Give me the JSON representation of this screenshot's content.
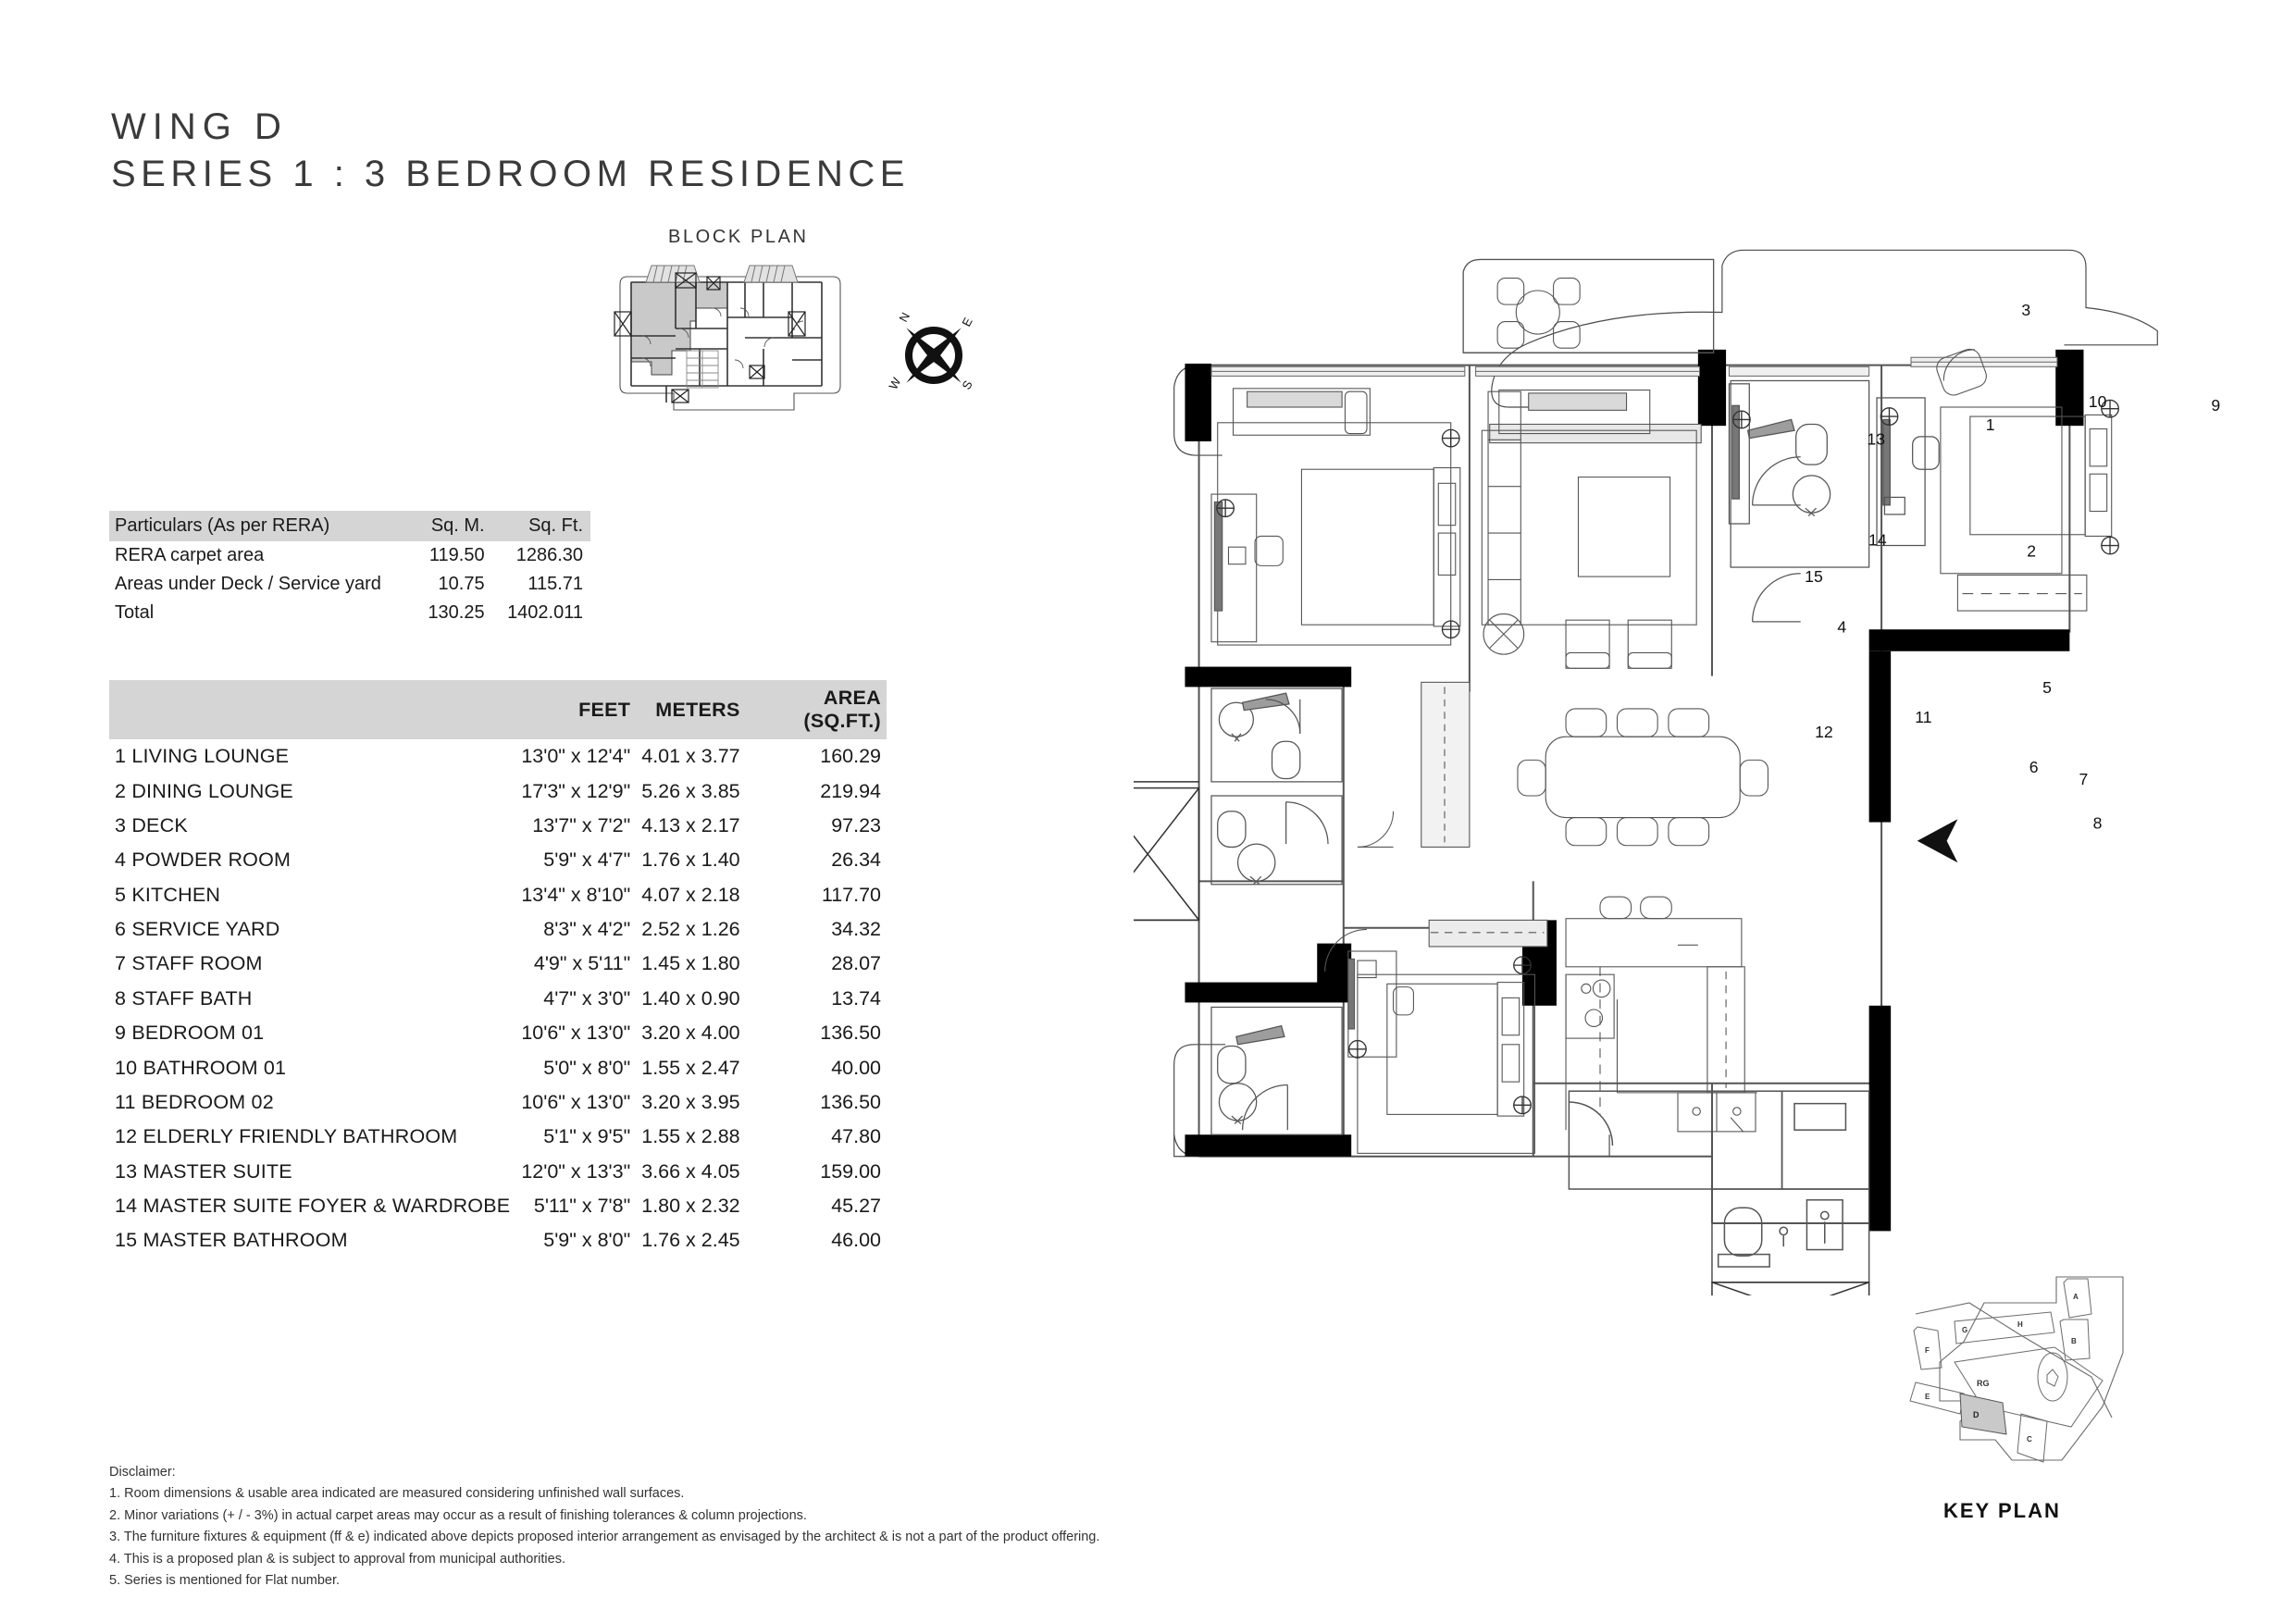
{
  "header": {
    "wing": "WING D",
    "series": "SERIES 1 : 3 BEDROOM RESIDENCE"
  },
  "block_plan": {
    "label": "BLOCK PLAN",
    "compass": {
      "n": "N",
      "e": "E",
      "s": "S",
      "w": "W"
    }
  },
  "rera_table": {
    "columns": [
      "Particulars (As per RERA)",
      "Sq. M.",
      "Sq. Ft."
    ],
    "rows": [
      {
        "particular": "RERA carpet area",
        "sqm": "119.50",
        "sqft": "1286.30"
      },
      {
        "particular": "Areas under Deck / Service yard",
        "sqm": "10.75",
        "sqft": "115.71"
      },
      {
        "particular": "Total",
        "sqm": "130.25",
        "sqft": "1402.011"
      }
    ]
  },
  "room_table": {
    "columns": [
      "",
      "FEET",
      "METERS",
      "AREA (SQ.FT.)"
    ],
    "rows": [
      {
        "name": "1 LIVING LOUNGE",
        "feet": "13'0\" x 12'4\"",
        "meters": "4.01 x 3.77",
        "area": "160.29"
      },
      {
        "name": "2 DINING LOUNGE",
        "feet": "17'3\" x 12'9\"",
        "meters": "5.26 x 3.85",
        "area": "219.94"
      },
      {
        "name": "3 DECK",
        "feet": "13'7\" x 7'2\"",
        "meters": "4.13 x 2.17",
        "area": "97.23"
      },
      {
        "name": "4 POWDER ROOM",
        "feet": "5'9\" x 4'7\"",
        "meters": "1.76 x 1.40",
        "area": "26.34"
      },
      {
        "name": "5 KITCHEN",
        "feet": "13'4\" x 8'10\"",
        "meters": "4.07 x 2.18",
        "area": "117.70"
      },
      {
        "name": "6 SERVICE YARD",
        "feet": "8'3\" x 4'2\"",
        "meters": "2.52 x 1.26",
        "area": "34.32"
      },
      {
        "name": "7 STAFF ROOM",
        "feet": "4'9\" x 5'11\"",
        "meters": "1.45 x 1.80",
        "area": "28.07"
      },
      {
        "name": "8 STAFF BATH",
        "feet": "4'7\" x 3'0\"",
        "meters": "1.40 x 0.90",
        "area": "13.74"
      },
      {
        "name": "9 BEDROOM 01",
        "feet": "10'6\" x 13'0\"",
        "meters": "3.20 x 4.00",
        "area": "136.50"
      },
      {
        "name": "10 BATHROOM 01",
        "feet": "5'0\" x 8'0\"",
        "meters": "1.55 x 2.47",
        "area": "40.00"
      },
      {
        "name": "11 BEDROOM 02",
        "feet": "10'6\" x 13'0\"",
        "meters": "3.20 x 3.95",
        "area": "136.50"
      },
      {
        "name": "12 ELDERLY FRIENDLY BATHROOM",
        "feet": "5'1\" x 9'5\"",
        "meters": "1.55 x 2.88",
        "area": "47.80"
      },
      {
        "name": "13 MASTER SUITE",
        "feet": "12'0\" x 13'3\"",
        "meters": "3.66 x 4.05",
        "area": "159.00"
      },
      {
        "name": "14 MASTER SUITE FOYER & WARDROBE",
        "feet": "5'11\" x 7'8\"",
        "meters": "1.80 x 2.32",
        "area": "45.27"
      },
      {
        "name": "15 MASTER BATHROOM",
        "feet": "5'9\" x 8'0\"",
        "meters": "1.76 x 2.45",
        "area": "46.00"
      }
    ]
  },
  "disclaimer": {
    "title": "Disclaimer:",
    "lines": [
      "1. Room dimensions & usable area indicated are measured considering unfinished wall surfaces.",
      "2. Minor variations (+ / - 3%) in actual carpet areas may occur as a result of finishing tolerances & column projections.",
      "3. The furniture fixtures & equipment (ff & e) indicated above depicts proposed interior arrangement as envisaged by the architect & is not a part of the product offering.",
      "4. This is a proposed plan & is subject to approval from municipal authorities.",
      "5. Series is mentioned for Flat number."
    ]
  },
  "floor_plan": {
    "room_markers": [
      {
        "id": "1",
        "label": "1",
        "x": 1102,
        "y": 300
      },
      {
        "id": "2",
        "label": "2",
        "x": 1155,
        "y": 462
      },
      {
        "id": "3",
        "label": "3",
        "x": 1148,
        "y": 152
      },
      {
        "id": "4",
        "label": "4",
        "x": 911,
        "y": 560
      },
      {
        "id": "5",
        "label": "5",
        "x": 1175,
        "y": 638
      },
      {
        "id": "6",
        "label": "6",
        "x": 1158,
        "y": 740
      },
      {
        "id": "7",
        "label": "7",
        "x": 1222,
        "y": 756
      },
      {
        "id": "8",
        "label": "8",
        "x": 1240,
        "y": 812
      },
      {
        "id": "9",
        "label": "9",
        "x": 1392,
        "y": 275
      },
      {
        "id": "10",
        "label": "10",
        "x": 1240,
        "y": 270
      },
      {
        "id": "11",
        "label": "11",
        "x": 1016,
        "y": 676
      },
      {
        "id": "12",
        "label": "12",
        "x": 888,
        "y": 695
      },
      {
        "id": "13",
        "label": "13",
        "x": 955,
        "y": 318
      },
      {
        "id": "14",
        "label": "14",
        "x": 957,
        "y": 448
      },
      {
        "id": "15",
        "label": "15",
        "x": 875,
        "y": 495
      }
    ]
  },
  "key_plan": {
    "label": "KEY PLAN",
    "buildings": [
      "A",
      "B",
      "C",
      "D",
      "E",
      "F",
      "G",
      "H",
      "RG"
    ],
    "highlighted": "D"
  },
  "colors": {
    "header_fill": "#d5d5d5",
    "title_text": "#3a3a3a",
    "wall_dark": "#000000",
    "line": "#4d4d4d",
    "block_fill": "#c9c9c9"
  }
}
